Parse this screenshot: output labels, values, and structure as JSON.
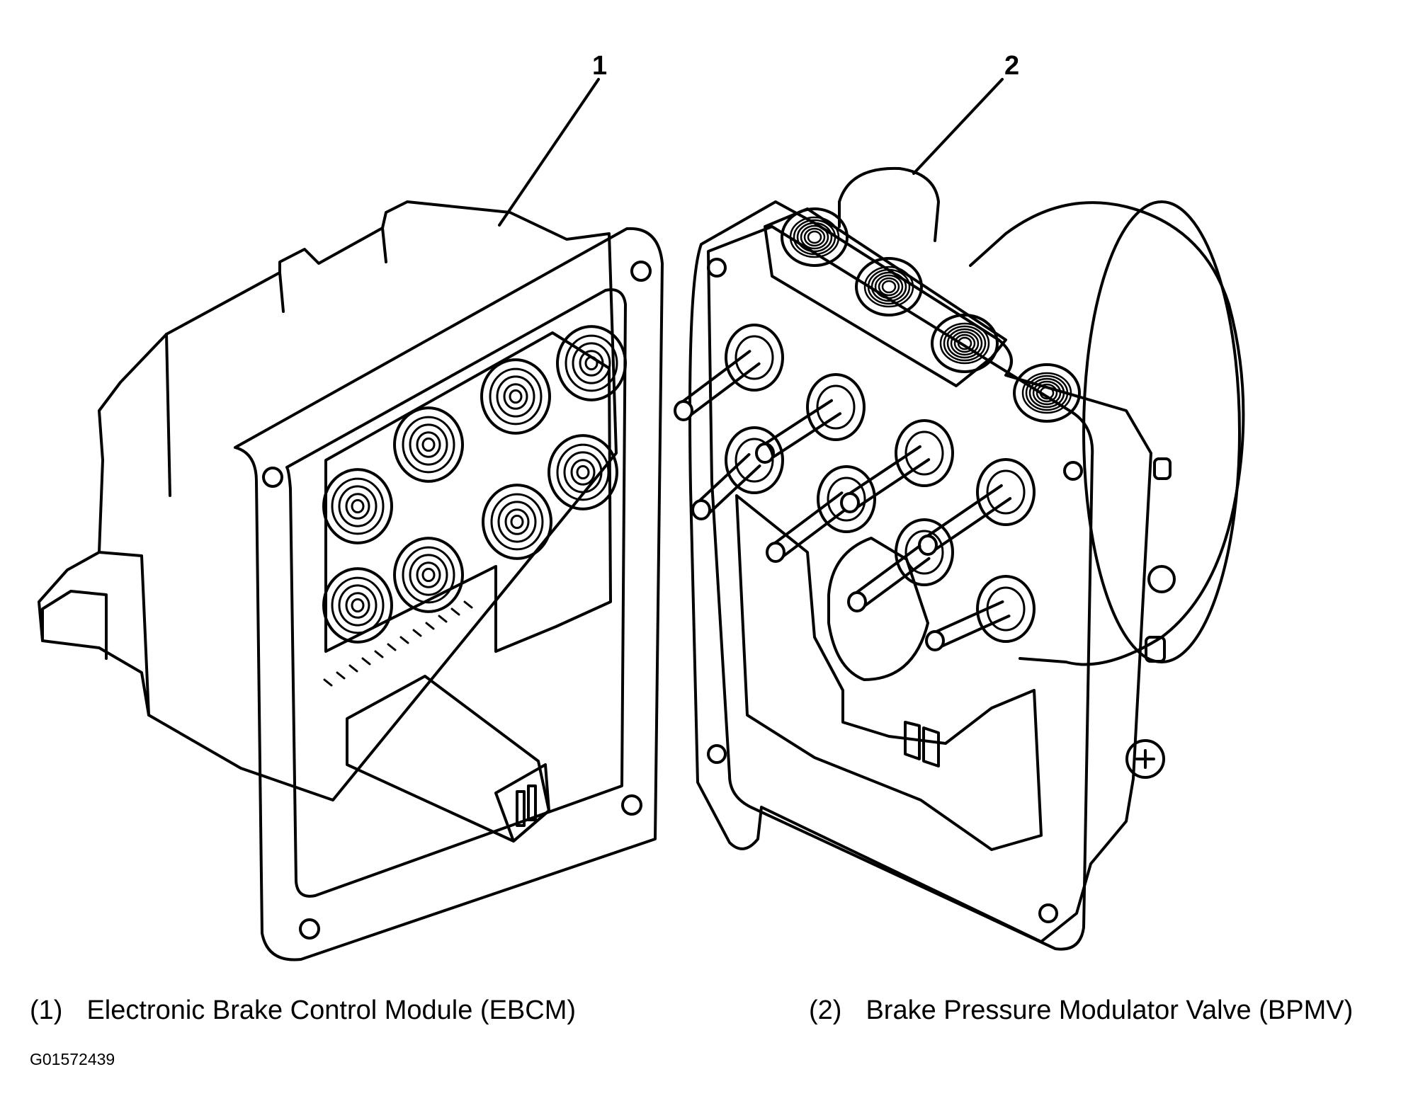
{
  "callouts": [
    {
      "id": "1"
    },
    {
      "id": "2"
    }
  ],
  "legend": [
    {
      "num": "(1)",
      "text": "Electronic Brake Control Module (EBCM)"
    },
    {
      "num": "(2)",
      "text": "Brake Pressure Modulator Valve (BPMV)"
    }
  ],
  "figure_id": "G01572439"
}
